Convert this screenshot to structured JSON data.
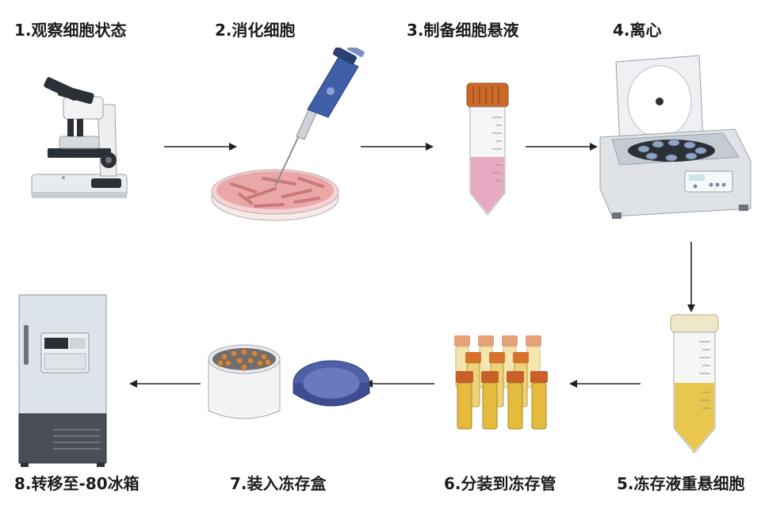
{
  "steps": [
    {
      "label": "1.观察细胞状态",
      "icon": "microscope-icon"
    },
    {
      "label": "2.消化细胞",
      "icon": "pipette-petri-dish-icon"
    },
    {
      "label": "3.制备细胞悬液",
      "icon": "pink-tube-icon"
    },
    {
      "label": "4.离心",
      "icon": "centrifuge-icon"
    },
    {
      "label": "5.冻存液重悬细胞",
      "icon": "yellow-tube-icon"
    },
    {
      "label": "6.分装到冻存管",
      "icon": "cryovials-icon"
    },
    {
      "label": "7.装入冻存盒",
      "icon": "freezing-box-icon"
    },
    {
      "label": "8.转移至-80冰箱",
      "icon": "freezer-icon"
    }
  ],
  "colors": {
    "text": "#1c1c1c",
    "arrow": "#222222",
    "pink_liquid": "#e6aac3",
    "yellow_liquid": "#e9c64e",
    "orange_cap": "#d9712e",
    "blue_tool": "#3f5fa8",
    "freezer_body": "#dde3ea",
    "freezer_base": "#4a4e56"
  }
}
